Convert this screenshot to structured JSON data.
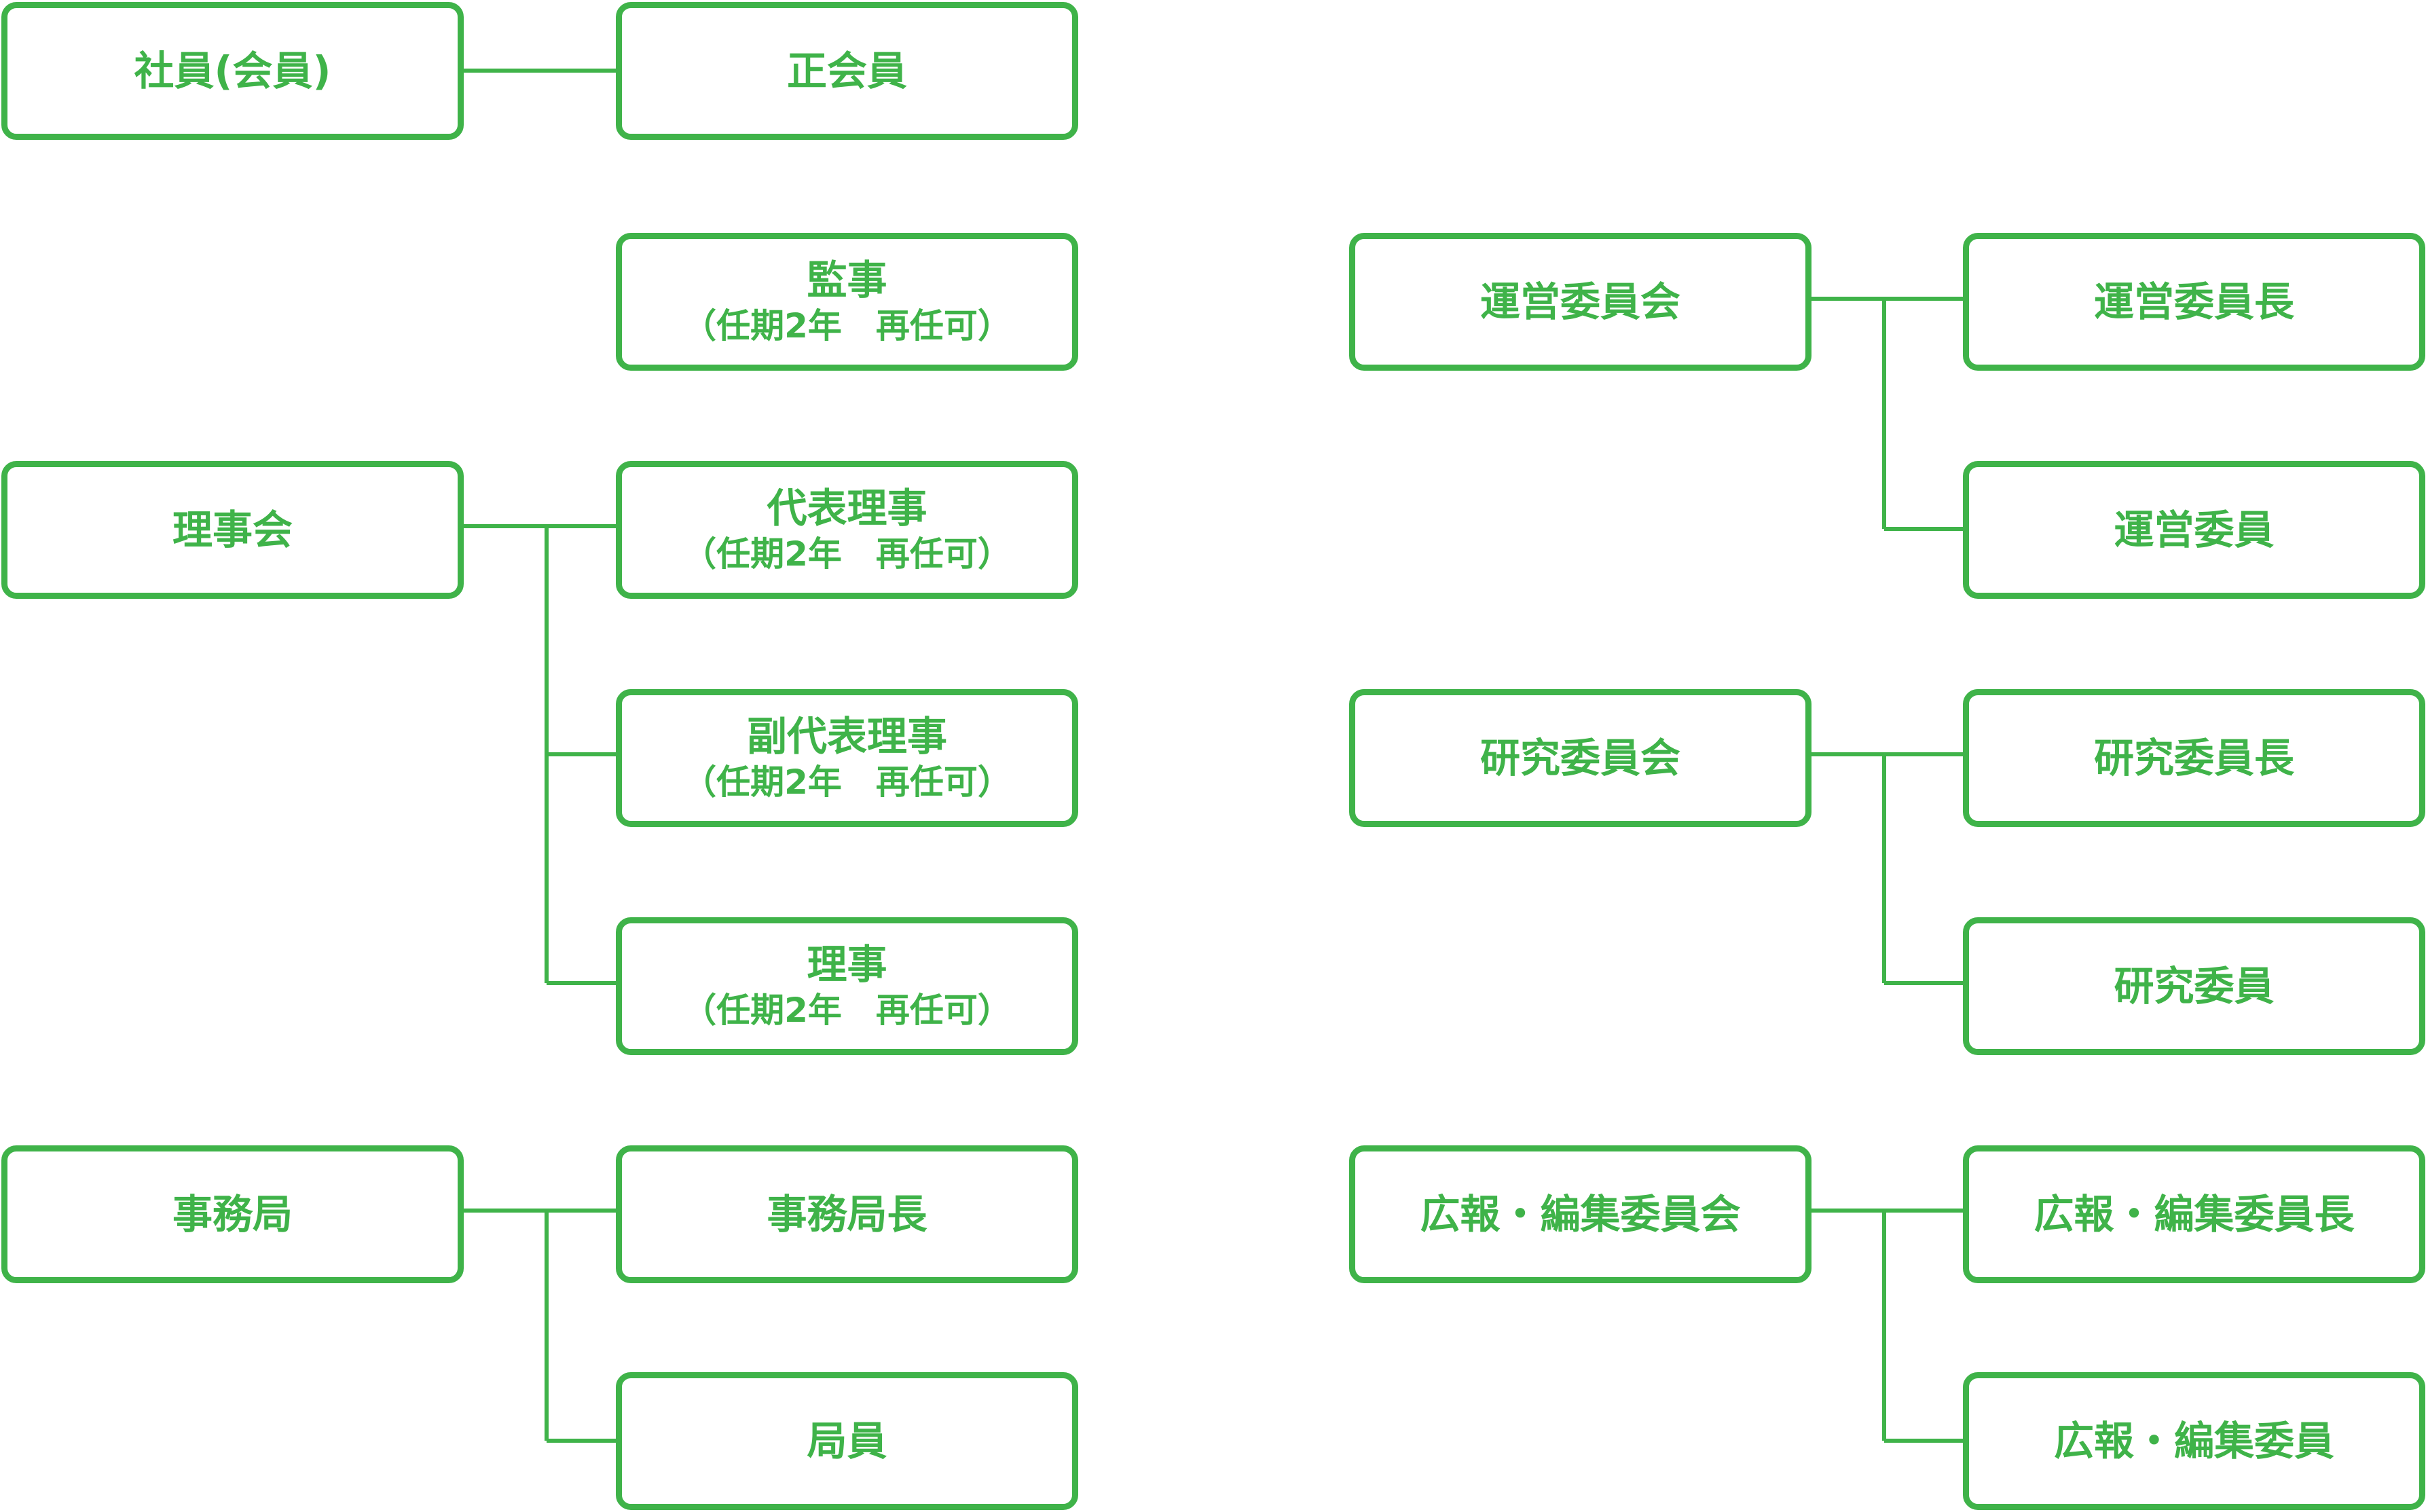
{
  "colors": {
    "accent": "#3fb349"
  },
  "nodes": {
    "shain": "社員(会員)",
    "seikaiin": "正会員",
    "kanji": "監事",
    "rijikai": "理事会",
    "daihyo_riji": "代表理事",
    "fuku_daihyo_riji": "副代表理事",
    "riji": "理事",
    "jimukyoku": "事務局",
    "jimukyoku_cho": "事務局長",
    "kyokuin": "局員",
    "unei_iinkai": "運営委員会",
    "unei_iincho": "運営委員長",
    "unei_iin": "運営委員",
    "kenkyu_iinkai": "研究委員会",
    "kenkyu_iincho": "研究委員長",
    "kenkyu_iin": "研究委員",
    "koho_iinkai": "広報・編集委員会",
    "koho_iincho": "広報・編集委員長",
    "koho_iin": "広報・編集委員"
  },
  "term_note": "（任期2年　再任可）"
}
